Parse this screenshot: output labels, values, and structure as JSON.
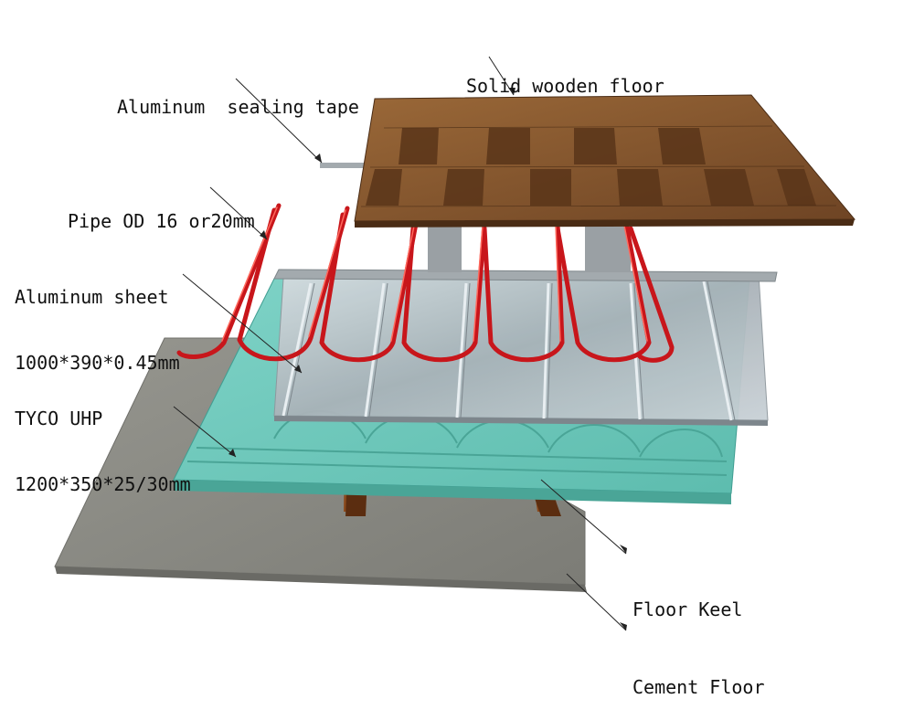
{
  "labels": {
    "solid_wooden_floor": "Solid wooden floor",
    "aluminum_sealing_tape": "Aluminum  sealing tape",
    "pipe": "Pipe OD 16 or20mm",
    "aluminum_sheet_name": "Aluminum sheet",
    "aluminum_sheet_size": "1000*390*0.45mm",
    "tyco_name": "TYCO UHP",
    "tyco_size": "1200*350*25/30mm",
    "floor_keel": "Floor Keel",
    "cement_floor": "Cement Floor"
  },
  "colors": {
    "cement": "#8a8a86",
    "board": "#6fc9bd",
    "sheet": "#b9c3c8",
    "pipe": "#c8161b",
    "wood": "#8a5a32",
    "keel": "#8b4a1c",
    "tape": "#9aa0a4"
  }
}
